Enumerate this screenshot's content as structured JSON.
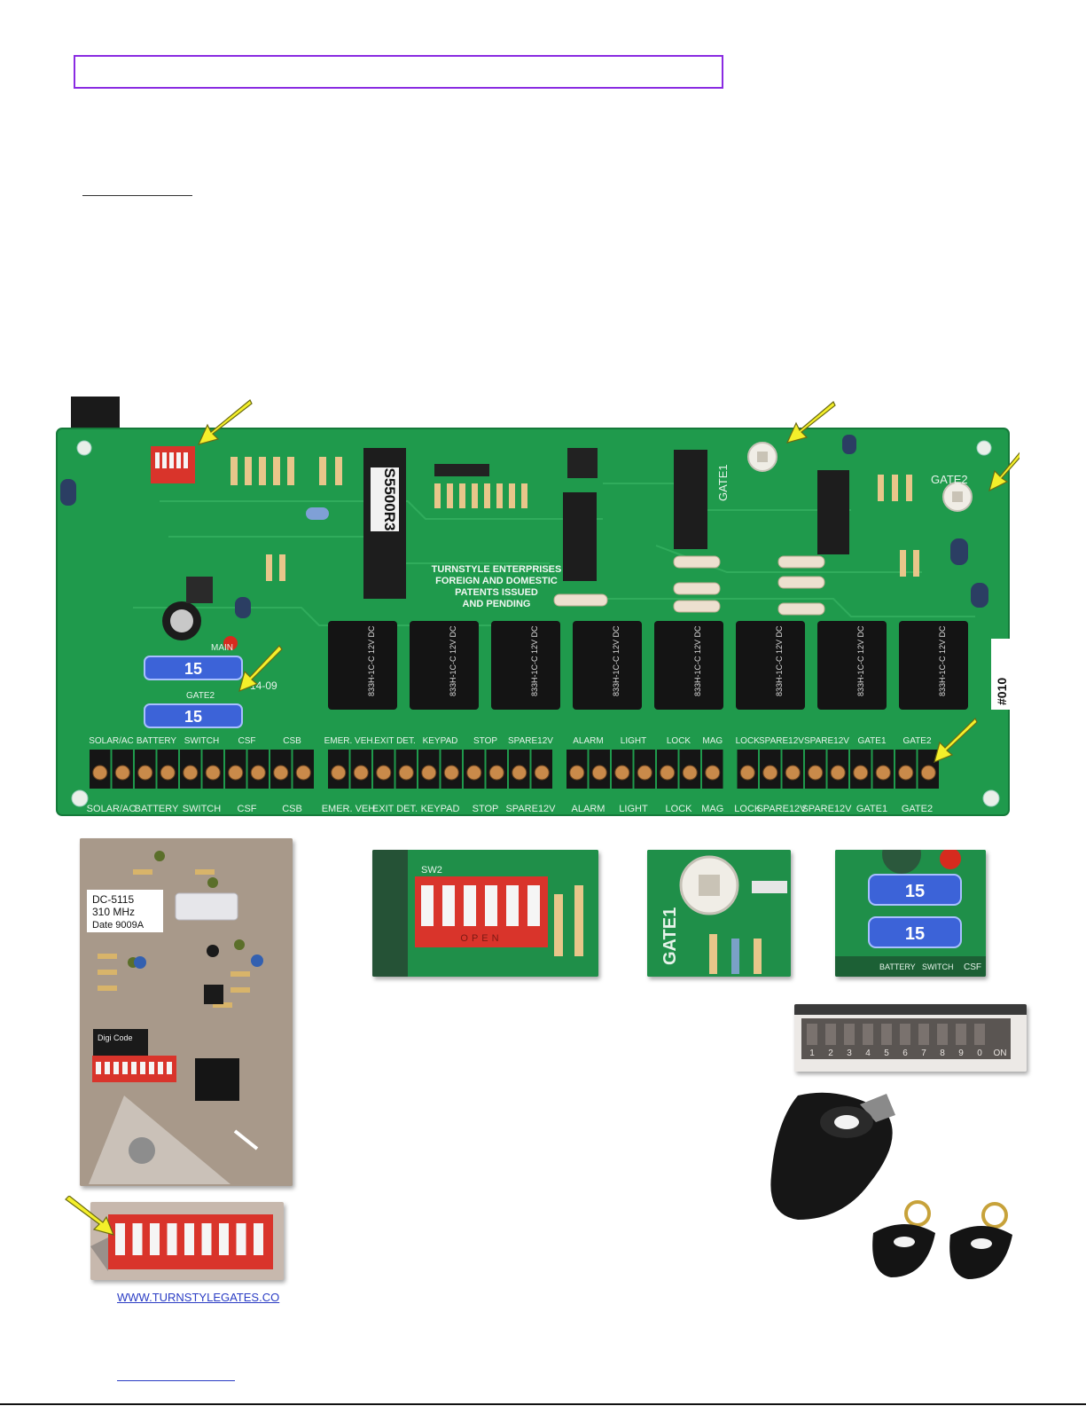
{
  "footer": {
    "link_text": "WWW.TURNSTYLEGATES.CO"
  },
  "board": {
    "chip_ic1": "S5500R3",
    "maker_text": [
      "TURNSTYLE ENTERPRISES",
      "FOREIGN AND DOMESTIC",
      "PATENTS ISSUED",
      "AND PENDING"
    ],
    "part_code": "14-09",
    "board_number": "#010",
    "fuse_value": "15",
    "fuse_main_label": "MAIN",
    "fuse_gate2_label": "GATE2",
    "trimpot_labels": [
      "GATE1",
      "GATE2"
    ],
    "terminal_groups": [
      {
        "label": "SOLAR/AC",
        "count": 2
      },
      {
        "label": "BATTERY",
        "count": 2
      },
      {
        "label": "SWITCH",
        "count": 2
      },
      {
        "label": "CSF",
        "count": 2
      },
      {
        "label": "CSB",
        "count": 2
      },
      {
        "label": "EMER. VEH.",
        "count": 2
      },
      {
        "label": "EXIT DET.",
        "count": 2
      },
      {
        "label": "KEYPAD",
        "count": 2
      },
      {
        "label": "STOP",
        "count": 2
      },
      {
        "label": "SPARE12V",
        "count": 2
      },
      {
        "label": "ALARM",
        "count": 2
      },
      {
        "label": "LIGHT",
        "count": 2
      },
      {
        "label": "LOCK",
        "count": 2
      },
      {
        "label": "MAG",
        "count": 1
      },
      {
        "label": "LOCK",
        "count": 1
      },
      {
        "label": "SPARE12V",
        "count": 2
      },
      {
        "label": "SPARE12V",
        "count": 2
      },
      {
        "label": "GATE1",
        "count": 2
      },
      {
        "label": "GATE2",
        "count": 2
      }
    ],
    "relay_text": "833H-1C-C 12V DC"
  },
  "receiver": {
    "label_lines": [
      "DC-5115",
      "310 MHz",
      "Date  9009A"
    ],
    "chip_label": "Digi Code"
  },
  "closeups": {
    "dip_label": "SW2",
    "dip_open_text": "OPEN",
    "trimpot_label": "GATE1",
    "fuse_value": "15",
    "dip10_numbers": [
      "1",
      "2",
      "3",
      "4",
      "5",
      "6",
      "7",
      "8",
      "9",
      "0"
    ],
    "dip10_on": "ON"
  },
  "colors": {
    "board": "#1f9a4c",
    "arrow": "#f4ef2a",
    "dip": "#d9342b",
    "title_box": "#8a2be2"
  }
}
